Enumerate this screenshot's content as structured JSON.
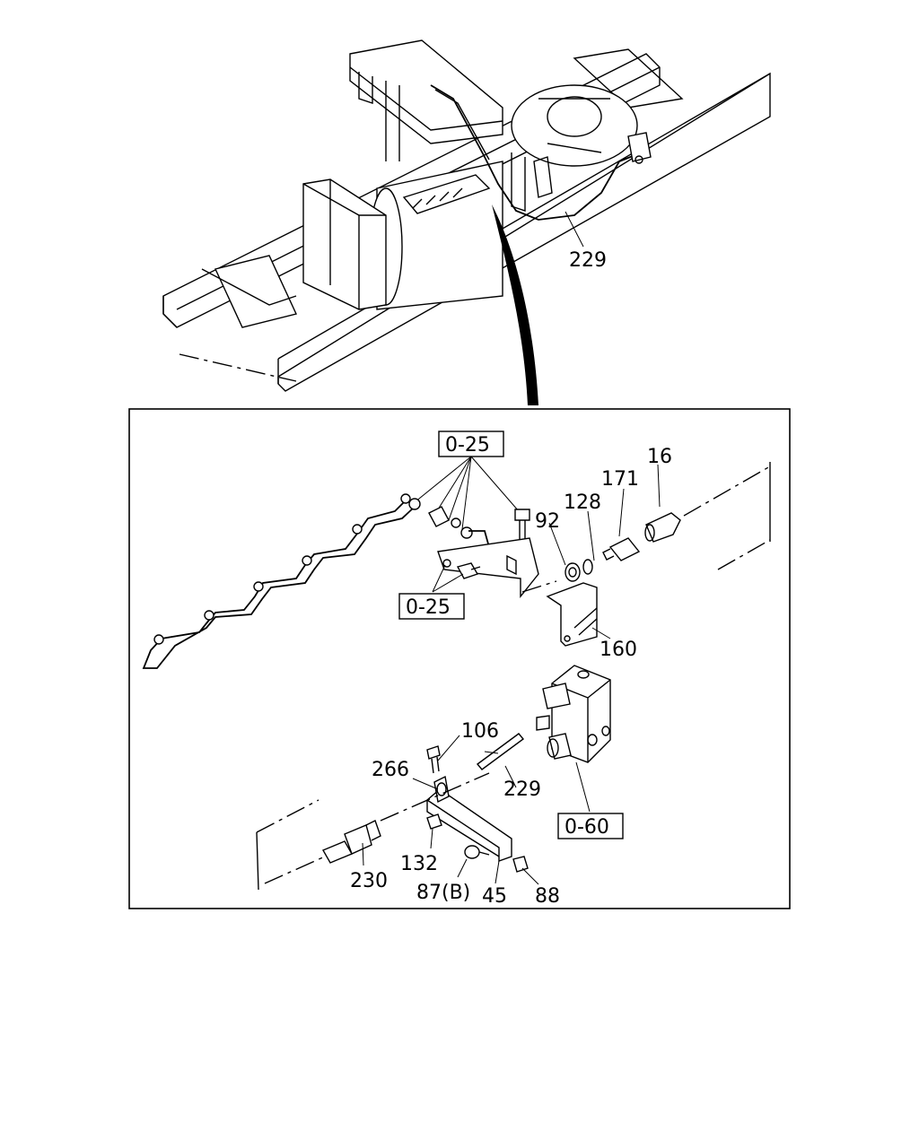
{
  "callouts": {
    "top_229": "229",
    "ref_0_25_top": "0-25",
    "ref_0_25_mid": "0-25",
    "p16": "16",
    "p171": "171",
    "p128": "128",
    "p92": "92",
    "p160": "160",
    "p106": "106",
    "p266": "266",
    "p229": "229",
    "ref_0_60": "0-60",
    "p132": "132",
    "p230": "230",
    "p87b": "87(B)",
    "p45": "45",
    "p88": "88"
  }
}
